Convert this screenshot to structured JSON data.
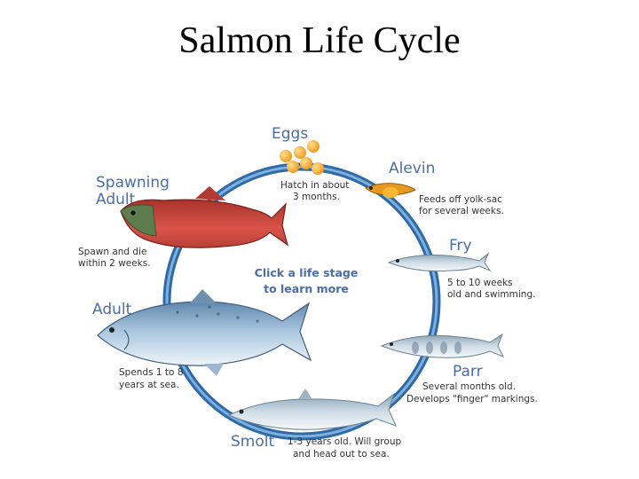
{
  "title": "Salmon Life Cycle",
  "center_prompt": [
    "Click a life stage",
    "to learn more"
  ],
  "colors": {
    "cycle_ring": "#4f86c0",
    "stage_label": "#4a6fa5",
    "egg": "#f5a623",
    "spawning_fish": "#c0392b",
    "ocean_fish": "#7ea6c8"
  },
  "stages": {
    "eggs": {
      "label": "Eggs",
      "note": [
        "Hatch in about",
        "3 months."
      ]
    },
    "alevin": {
      "label": "Alevin",
      "note": [
        "Feeds off yolk-sac",
        "for several weeks."
      ]
    },
    "fry": {
      "label": "Fry",
      "note": [
        "5 to 10 weeks",
        "old and swimming."
      ]
    },
    "parr": {
      "label": "Parr",
      "note": [
        "Several months old.",
        "Develops \"finger\" markings."
      ]
    },
    "smolt": {
      "label": "Smolt",
      "note": [
        "1-3 years old. Will group",
        "and head out to sea."
      ]
    },
    "adult": {
      "label": "Adult",
      "note": [
        "Spends 1 to 8",
        "years at sea."
      ]
    },
    "spawning": {
      "label": [
        "Spawning",
        "Adult"
      ],
      "note": [
        "Spawn and die",
        "within 2 weeks."
      ]
    }
  }
}
